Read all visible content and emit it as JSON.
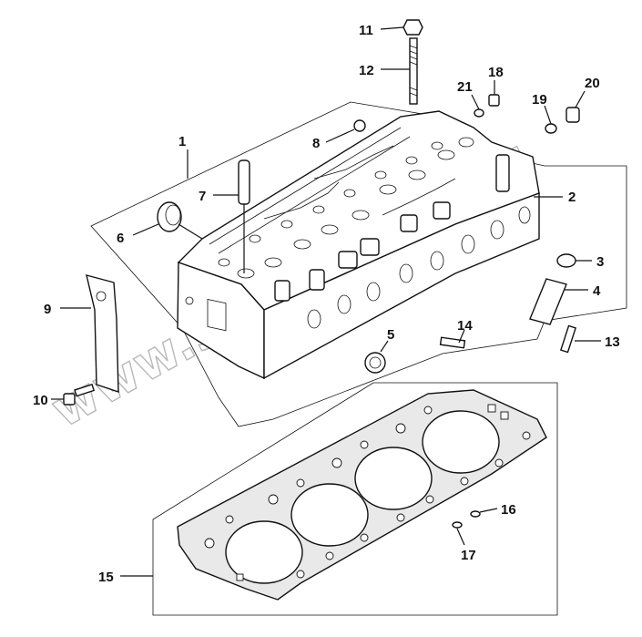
{
  "callouts": [
    {
      "id": "c1",
      "text": "1"
    },
    {
      "id": "c2",
      "text": "2"
    },
    {
      "id": "c3",
      "text": "3"
    },
    {
      "id": "c4",
      "text": "4"
    },
    {
      "id": "c5",
      "text": "5"
    },
    {
      "id": "c6",
      "text": "6"
    },
    {
      "id": "c7",
      "text": "7"
    },
    {
      "id": "c8",
      "text": "8"
    },
    {
      "id": "c9",
      "text": "9"
    },
    {
      "id": "c10",
      "text": "10"
    },
    {
      "id": "c11",
      "text": "11"
    },
    {
      "id": "c12",
      "text": "12"
    },
    {
      "id": "c13",
      "text": "13"
    },
    {
      "id": "c14",
      "text": "14"
    },
    {
      "id": "c15",
      "text": "15"
    },
    {
      "id": "c16",
      "text": "16"
    },
    {
      "id": "c17",
      "text": "17"
    },
    {
      "id": "c18",
      "text": "18"
    },
    {
      "id": "c19",
      "text": "19"
    },
    {
      "id": "c20",
      "text": "20"
    },
    {
      "id": "c21",
      "text": "21"
    }
  ],
  "watermark": "www.sintrontoo.kz",
  "colors": {
    "line": "#111111",
    "watermark": "#b8b8b8",
    "background": "#ffffff"
  }
}
